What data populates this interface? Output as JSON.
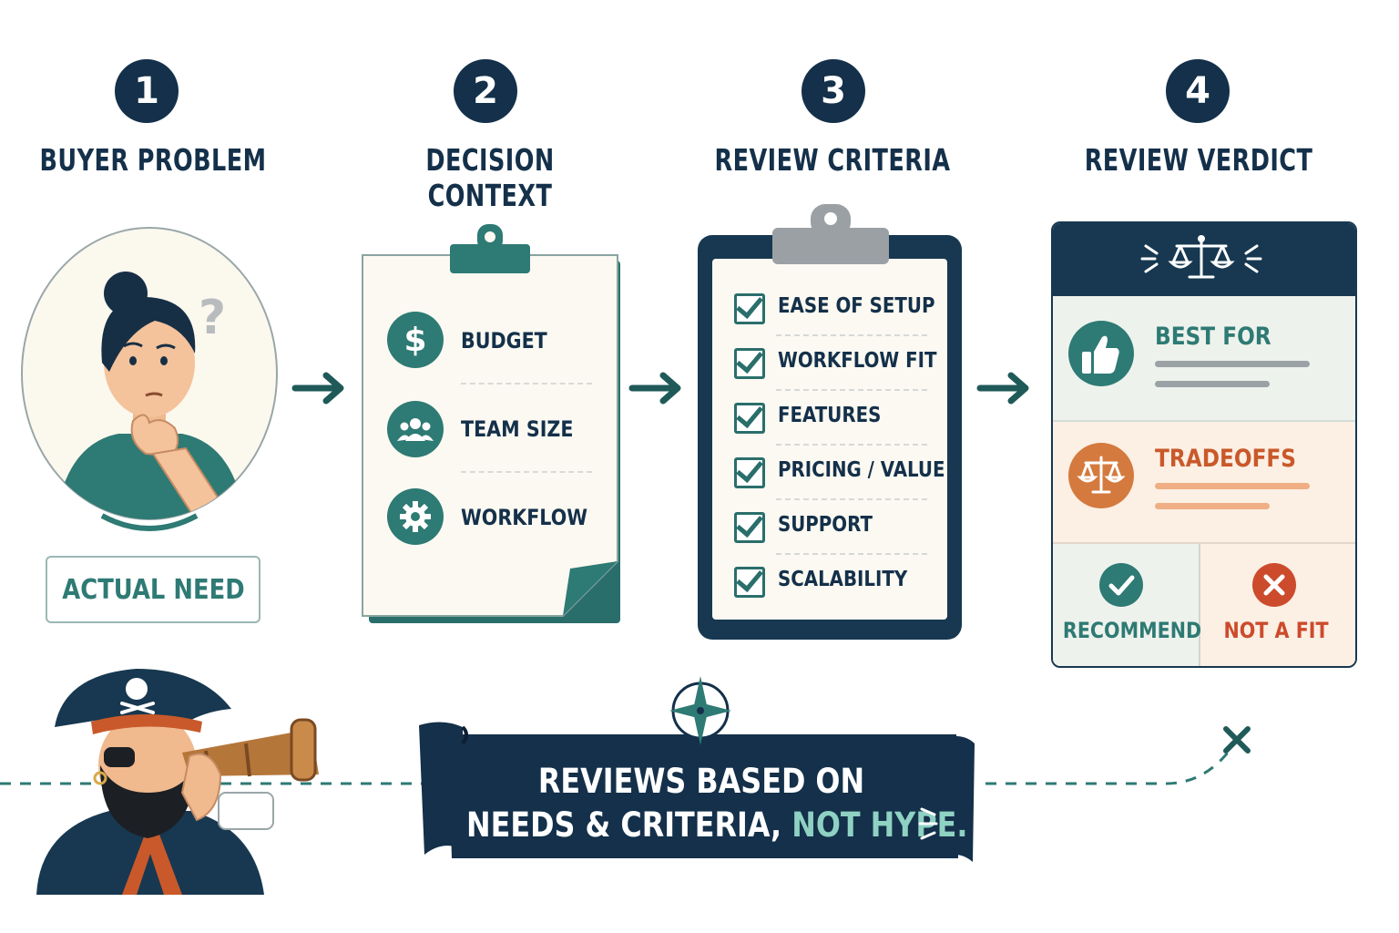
{
  "steps": [
    {
      "number": "1",
      "title": "BUYER PROBLEM"
    },
    {
      "number": "2",
      "title": "DECISION CONTEXT"
    },
    {
      "number": "3",
      "title": "REVIEW CRITERIA"
    },
    {
      "number": "4",
      "title": "REVIEW VERDICT"
    }
  ],
  "buyer": {
    "need_label": "ACTUAL NEED"
  },
  "context": {
    "items": [
      {
        "label": "BUDGET",
        "icon": "dollar-icon"
      },
      {
        "label": "TEAM SIZE",
        "icon": "team-icon"
      },
      {
        "label": "WORKFLOW",
        "icon": "gear-icon"
      }
    ]
  },
  "criteria": {
    "items": [
      "EASE OF SETUP",
      "WORKFLOW FIT",
      "FEATURES",
      "PRICING / VALUE",
      "SUPPORT",
      "SCALABILITY"
    ]
  },
  "verdict": {
    "best_for": "BEST FOR",
    "tradeoffs": "TRADEOFFS",
    "recommend": "RECOMMEND",
    "not_a_fit": "NOT A FIT"
  },
  "banner": {
    "line1": "REVIEWS BASED ON",
    "line2_a": "NEEDS & CRITERIA,",
    "line2_b": "NOT HYPE."
  },
  "colors": {
    "navy": "#14304a",
    "teal": "#2e7a74",
    "orange": "#c9592a",
    "paper": "#fbf9f1"
  }
}
